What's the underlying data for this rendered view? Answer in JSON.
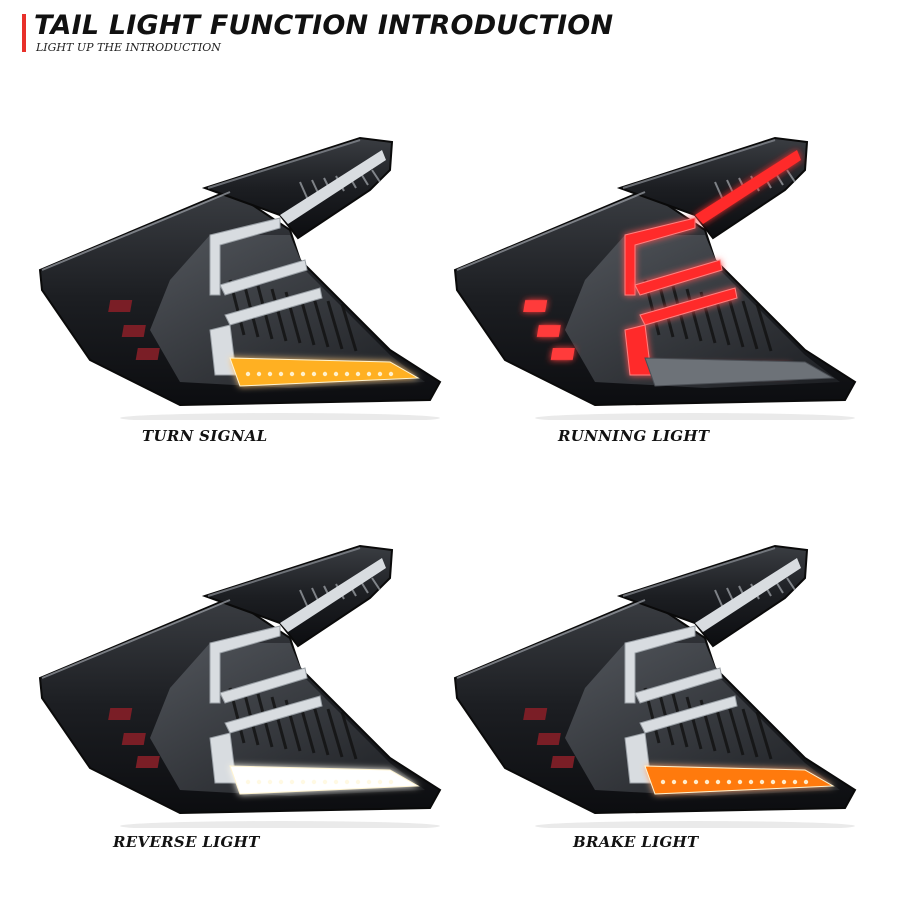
{
  "header": {
    "title": "TAIL LIGHT FUNCTION INTRODUCTION",
    "subtitle": "LIGHT UP THE INTRODUCTION",
    "accent_color": "#e8302a"
  },
  "panels": [
    {
      "id": "turn",
      "caption": "TURN SIGNAL",
      "highlight": "turn-strip",
      "glow_color": "#ffb020"
    },
    {
      "id": "running",
      "caption": "RUNNING LIGHT",
      "highlight": "running-bars",
      "glow_color": "#ff2a2a"
    },
    {
      "id": "reverse",
      "caption": "REVERSE LIGHT",
      "highlight": "reverse-strip",
      "glow_color": "#ffffff"
    },
    {
      "id": "brake",
      "caption": "BRAKE LIGHT",
      "highlight": "brake-strip",
      "glow_color": "#ff7a10"
    }
  ]
}
